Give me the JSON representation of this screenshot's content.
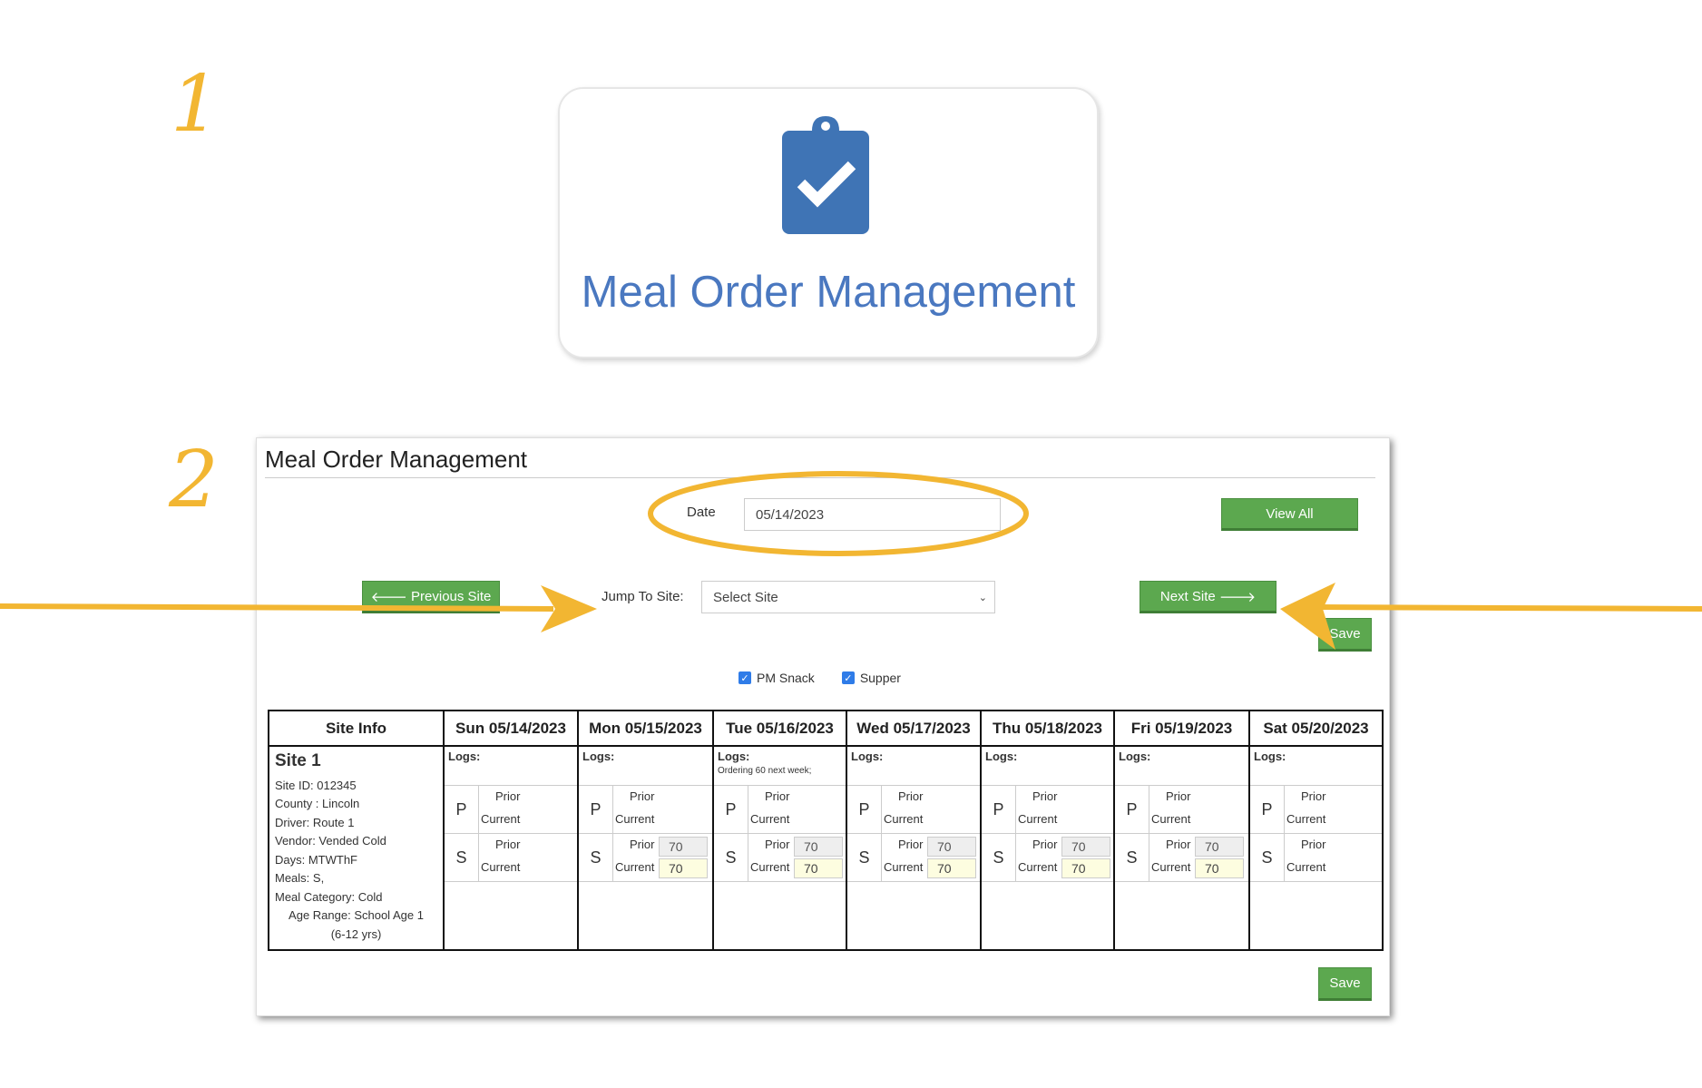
{
  "steps": [
    "1",
    "2"
  ],
  "tile": {
    "title": "Meal Order Management",
    "icon": "clipboard-check-icon"
  },
  "page": {
    "title": "Meal Order Management",
    "date_label": "Date",
    "date_value": "05/14/2023",
    "view_all": "View All",
    "previous_site": "Previous Site",
    "next_site": "Next Site",
    "jump_label": "Jump To Site:",
    "jump_value": "Select Site",
    "save": "Save",
    "filters": [
      {
        "label": "PM Snack",
        "checked": true
      },
      {
        "label": "Supper",
        "checked": true
      }
    ]
  },
  "table": {
    "site_header": "Site Info",
    "site": {
      "name": "Site 1",
      "lines": [
        "Site ID: 012345",
        "County : Lincoln",
        "Driver: Route 1",
        "Vendor: Vended Cold",
        "Days: MTWThF",
        "Meals: S,",
        "Meal Category: Cold"
      ],
      "age": "Age Range: School Age 1",
      "age2": "(6-12 yrs)"
    },
    "logs_label": "Logs:",
    "prior_label": "Prior",
    "current_label": "Current",
    "days": [
      {
        "header": "Sun 05/14/2023",
        "log": "",
        "p": {
          "letter": "P"
        },
        "s": {
          "letter": "S"
        }
      },
      {
        "header": "Mon 05/15/2023",
        "log": "",
        "p": {
          "letter": "P"
        },
        "s": {
          "letter": "S",
          "prior": "70",
          "current": "70"
        }
      },
      {
        "header": "Tue 05/16/2023",
        "log": "Ordering 60 next week;",
        "p": {
          "letter": "P"
        },
        "s": {
          "letter": "S",
          "prior": "70",
          "current": "70"
        }
      },
      {
        "header": "Wed 05/17/2023",
        "log": "",
        "p": {
          "letter": "P"
        },
        "s": {
          "letter": "S",
          "prior": "70",
          "current": "70"
        }
      },
      {
        "header": "Thu 05/18/2023",
        "log": "",
        "p": {
          "letter": "P"
        },
        "s": {
          "letter": "S",
          "prior": "70",
          "current": "70"
        }
      },
      {
        "header": "Fri 05/19/2023",
        "log": "",
        "p": {
          "letter": "P"
        },
        "s": {
          "letter": "S",
          "prior": "70",
          "current": "70"
        }
      },
      {
        "header": "Sat 05/20/2023",
        "log": "",
        "p": {
          "letter": "P"
        },
        "s": {
          "letter": "S"
        }
      }
    ]
  },
  "colors": {
    "annotation": "#f2b632",
    "button": "#5ca84f",
    "brand": "#3f74b5"
  }
}
